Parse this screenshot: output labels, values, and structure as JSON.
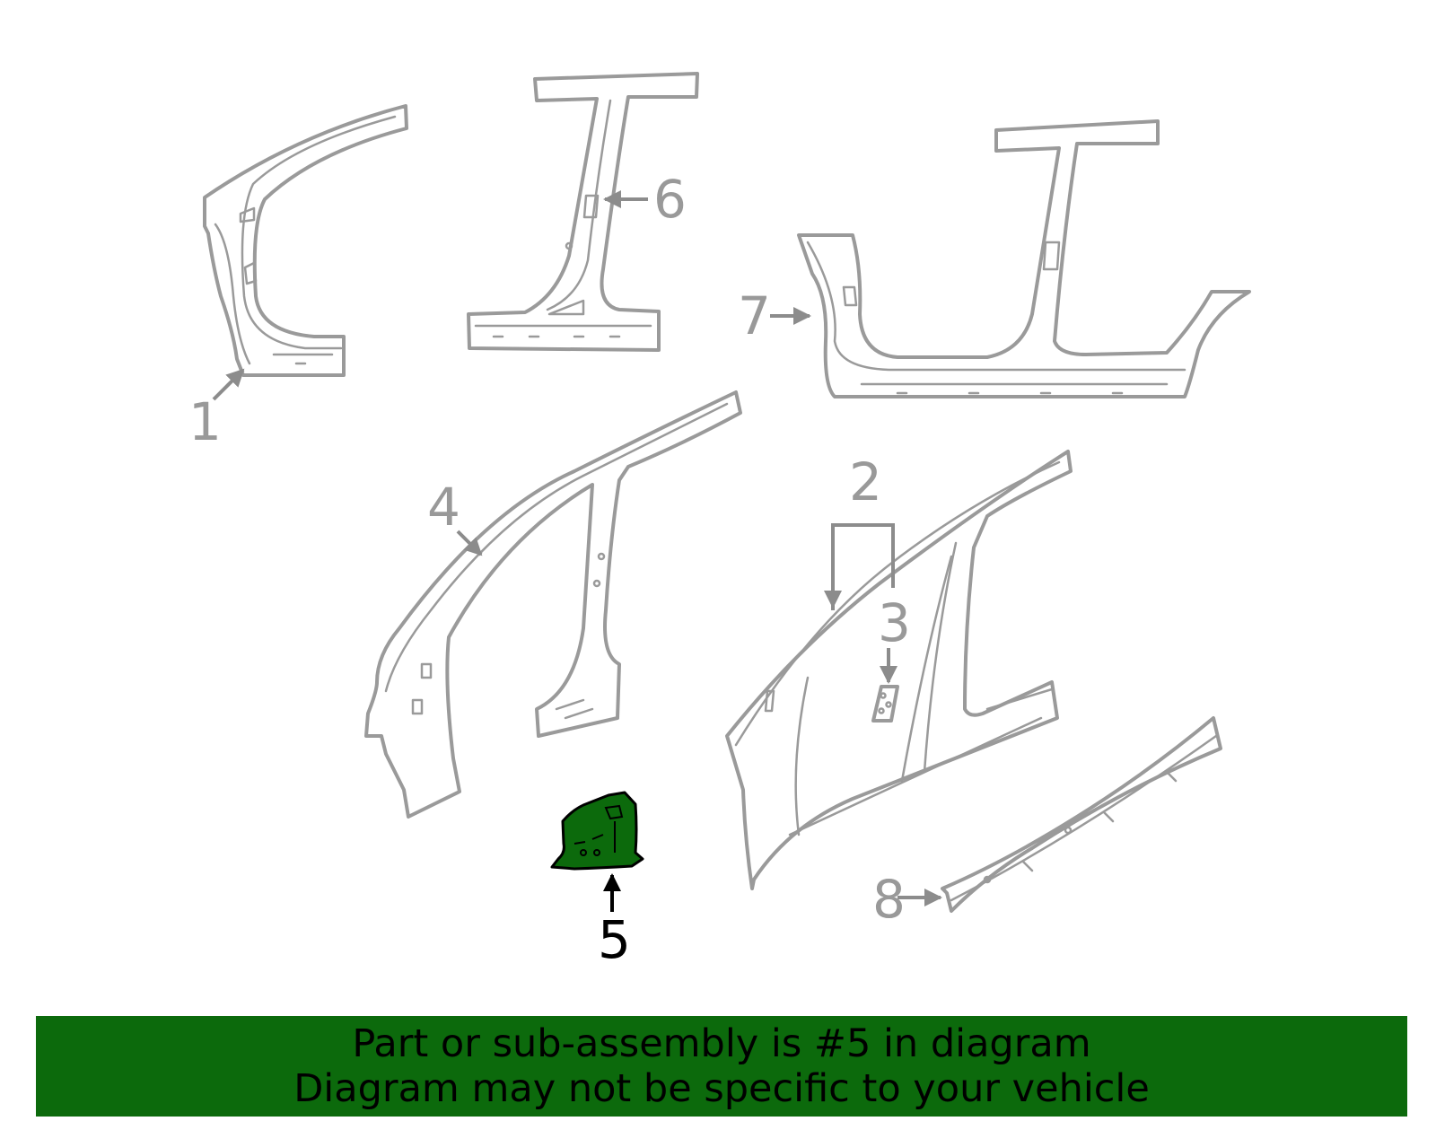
{
  "diagram": {
    "callouts": {
      "c1": "1",
      "c2": "2",
      "c3": "3",
      "c4": "4",
      "c5": "5",
      "c6": "6",
      "c7": "7",
      "c8": "8"
    },
    "highlighted_part": "5",
    "colors": {
      "outline": "#9a9a9a",
      "highlight_fill": "#0c6a0c",
      "banner": "#0c6a0c"
    }
  },
  "banner": {
    "line1": "Part or sub-assembly is #5 in diagram",
    "line2": "Diagram may not be specific to your vehicle"
  }
}
